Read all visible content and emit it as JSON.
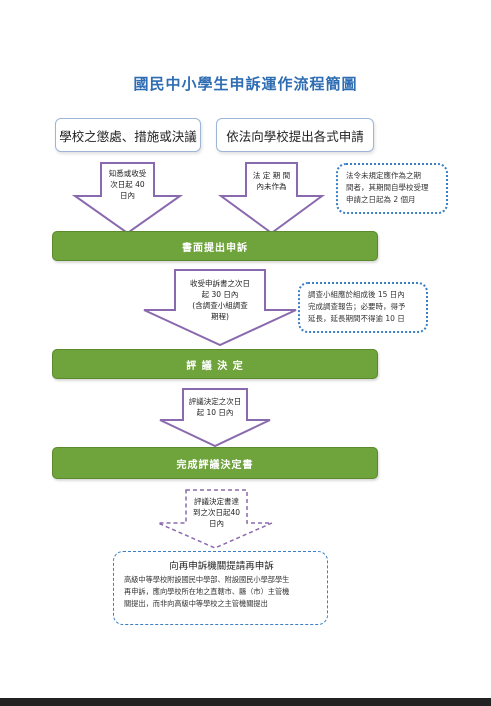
{
  "title": "國民中小學生申訴運作流程簡圖",
  "top_left_box": "學校之懲處、措施或決議",
  "top_right_box": "依法向學校提出各式申請",
  "arrow1": [
    "知悉或收受",
    "次日起 40",
    "日內"
  ],
  "arrow2": [
    "法 定 期 間",
    "內未作為"
  ],
  "note1": [
    "法令未規定應作為之期",
    "間者，其期間自學校受理",
    "申請之日起為 2 個月"
  ],
  "step1": "書面提出申訴",
  "arrow3": [
    "收受申訴書之次日",
    "起 30 日內",
    "(含調查小組調查",
    "期程)"
  ],
  "note2": [
    "調查小組應於組成後 15 日內",
    "完成調查報告；必要時，得予",
    "延長，延長期間不得逾 10 日"
  ],
  "step2": "評 議 決 定",
  "arrow4": [
    "評議決定之次日",
    "起 10 日內"
  ],
  "step3": "完成評議決定書",
  "arrow5": [
    "評議決定書達",
    "到之次日起40",
    "日內"
  ],
  "final_title": "向再申訴機關提請再申訴",
  "final_body": [
    "高級中等學校附設國民中學部、附設國民小學部學生",
    "再申訴，應向學校所在地之直轄市、縣（市）主管機",
    "關提出，而非向高級中等學校之主管機關提出"
  ],
  "colors": {
    "title": "#2f6db3",
    "green": "#6fa33b",
    "arrow_outline": "#8a6aae",
    "dotted": "#3c7fc4"
  }
}
